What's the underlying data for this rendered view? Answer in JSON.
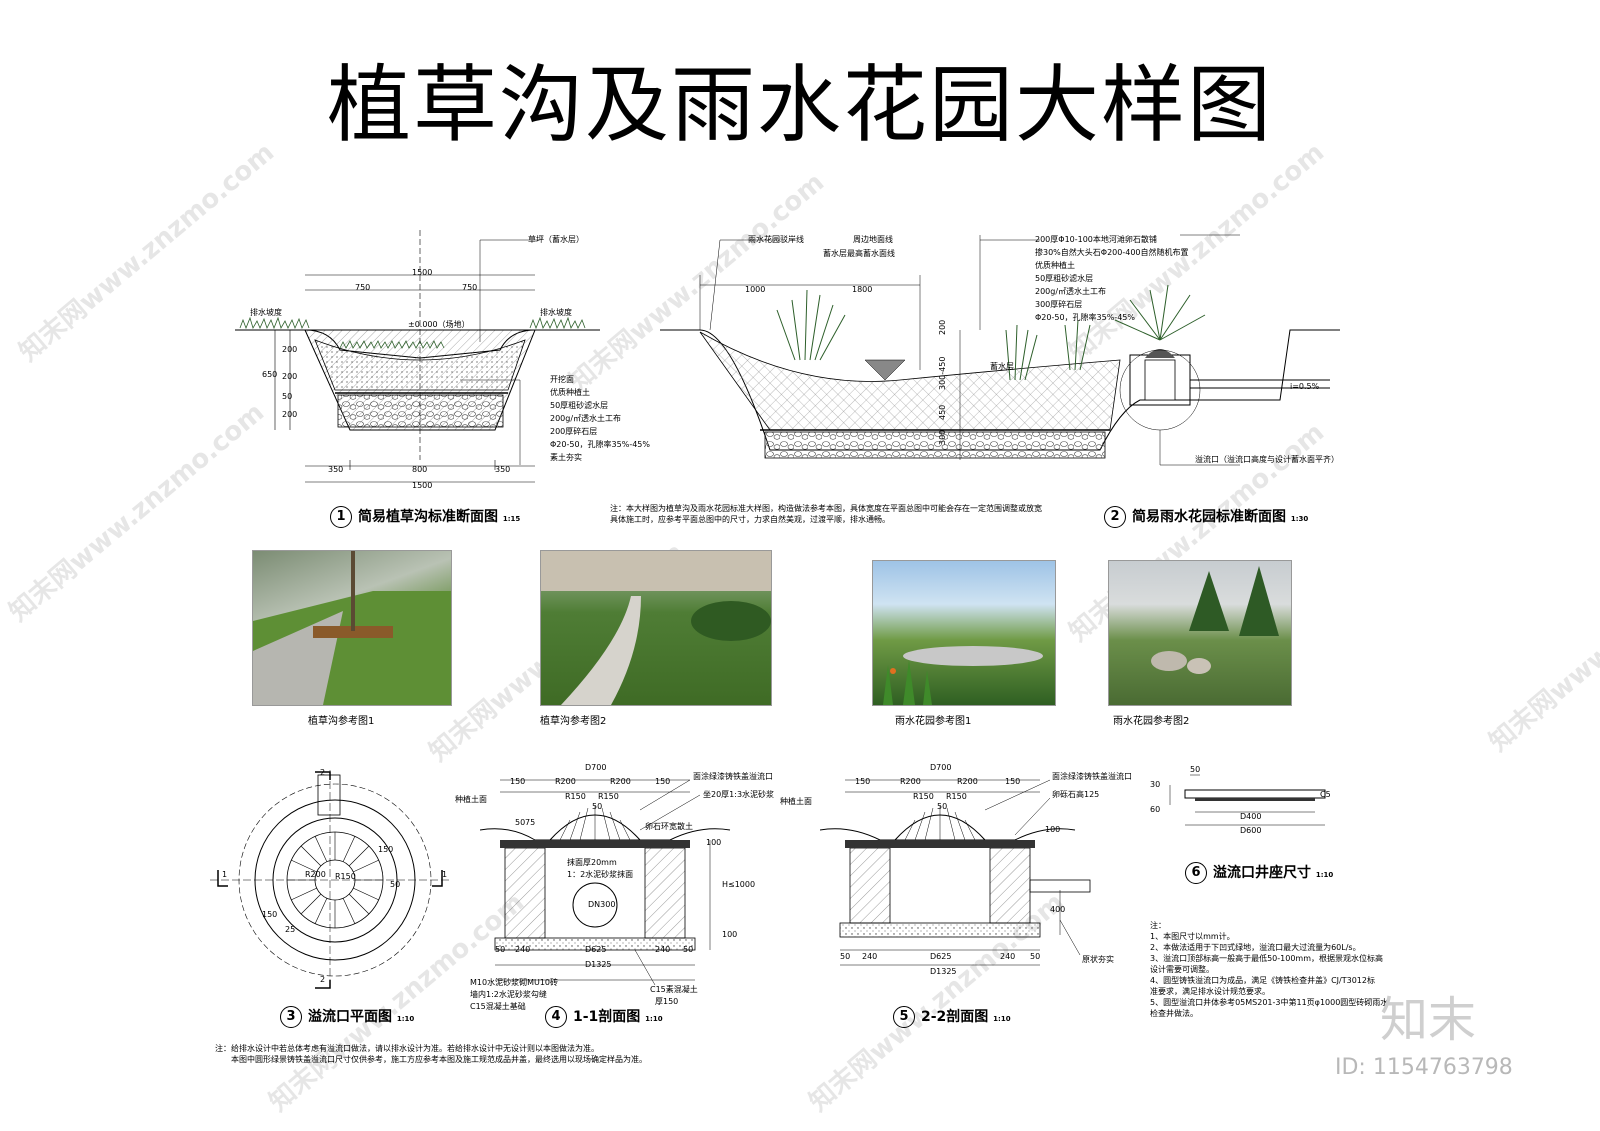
{
  "title": "植草沟及雨水花园大样图",
  "section1": {
    "num": "1",
    "caption": "简易植草沟标准断面图",
    "scale": "1:15",
    "labels": {
      "grass": "草坪（蓄水层）",
      "drain_left": "排水坡度",
      "drain_right": "排水坡度",
      "elev": "±0.000（场地）",
      "layers": [
        "开挖面",
        "优质种植土",
        "50厚粗砂滤水层",
        "200g/㎡透水土工布",
        "200厚碎石层",
        "Φ20-50，孔隙率35%-45%",
        "素土夯实"
      ],
      "dim_top": "1500",
      "dim_750a": "750",
      "dim_750b": "750",
      "dim_350a": "350",
      "dim_800": "800",
      "dim_350b": "350",
      "dim_bottom": "1500",
      "dim_v": [
        "200",
        "200",
        "50",
        "200"
      ],
      "dim_total": "650"
    }
  },
  "section2": {
    "num": "2",
    "caption": "简易雨水花园标准断面图",
    "scale": "1:30",
    "labels": {
      "a": "雨水花园驳岸线",
      "b": "周边地面线",
      "c": "蓄水层最高蓄水面线",
      "right": [
        "200厚Φ10-100本地河滩卵石散铺",
        "掺30%自然大头石Φ200-400自然随机布置",
        "优质种植土",
        "50厚粗砂滤水层",
        "200g/㎡透水土工布",
        "300厚碎石层",
        "Φ20-50，孔隙率35%-45%"
      ],
      "store": "蓄水层",
      "dim_1000": "1000",
      "dim_1800": "1800",
      "dim_v": [
        "200",
        "300-450",
        "450",
        "300"
      ],
      "slope": "i=0.5%",
      "overflow": "溢流口（溢流口高度与设计蓄水面平齐）"
    }
  },
  "note_top": [
    "注：本大样图为植草沟及雨水花园标准大样图，构造做法参考本图，具体宽度在平面总图中可能会存在一定范围调整或放宽",
    "具体施工时，应参考平面总图中的尺寸，力求自然美观，过渡平顺，排水通畅。"
  ],
  "photos": [
    {
      "caption": "植草沟参考图1"
    },
    {
      "caption": "植草沟参考图2"
    },
    {
      "caption": "雨水花园参考图1"
    },
    {
      "caption": "雨水花园参考图2"
    }
  ],
  "section3": {
    "num": "3",
    "caption": "溢流口平面图",
    "scale": "1:10",
    "labels": {
      "cut": "1",
      "cut2": "2",
      "r200": "R200",
      "r150": "R150",
      "d150": "150",
      "d50": "50",
      "d25": "25"
    }
  },
  "section4": {
    "num": "4",
    "caption": "1-1剖面图",
    "scale": "1:10",
    "labels": {
      "top": "D700",
      "dims": [
        "150",
        "R200",
        "R200",
        "150"
      ],
      "r150a": "R150",
      "r150b": "R150",
      "d50": "50",
      "soil": "种植土面",
      "grate": "面涂绿漆铸铁盖溢流口",
      "mortar": "坐20厚1:3水泥砂浆",
      "edge": "卵石环宽散土",
      "plaster": "抹面厚20mm",
      "plaster2": "1：2水泥砂浆抹面",
      "pipe": "DN300",
      "d100": "100",
      "h": "H≤1000",
      "d100b": "100",
      "bottom": [
        "50",
        "240",
        "D625",
        "240",
        "50"
      ],
      "total": "D1325",
      "wall1": "M10水泥砂浆砌MU10砖",
      "wall2": "墙内1:2水泥砂浆勾缝",
      "base": "C15混凝土基础",
      "c15": "C15素混凝土",
      "c15h": "厚150",
      "d50b": "50",
      "d75": "75"
    }
  },
  "section5": {
    "num": "5",
    "caption": "2-2剖面图",
    "scale": "1:10",
    "labels": {
      "top": "D700",
      "dims": [
        "150",
        "R200",
        "R200",
        "150"
      ],
      "r150a": "R150",
      "r150b": "R150",
      "d50": "50",
      "soil": "种植土面",
      "grate": "面涂绿漆铸铁盖溢流口",
      "cobble": "卵砾石高125",
      "d100": "100",
      "pipe": "400",
      "bottom": [
        "50",
        "240",
        "D625",
        "240",
        "50"
      ],
      "total": "D1325",
      "base": "原状夯实"
    }
  },
  "section6": {
    "num": "6",
    "caption": "溢流口井座尺寸",
    "scale": "1:10",
    "labels": {
      "d50": "50",
      "d30": "30",
      "d60": "60",
      "d400": "D400",
      "d600": "D600",
      "c1": "C5"
    }
  },
  "notes_right": [
    "注：",
    "1、本图尺寸以mm计。",
    "2、本做法适用于下凹式绿地，溢流口最大过流量为60L/s。",
    "3、溢流口顶部标高一般高于最低50-100mm，根据景观水位标高",
    "   设计需要可调整。",
    "4、圆型铸铁溢流口为成品，满足《铸铁检查井盖》CJ/T3012标",
    "   准要求，满足排水设计规范要求。",
    "5、圆型溢流口井体参考05MS201-3中第11页φ1000圆型砖砌雨水",
    "   检查井做法。"
  ],
  "notes_bottom": [
    "注：给排水设计中若总体考虑有溢流口做法，请以排水设计为准。若给排水设计中无设计则以本图做法为准。",
    "本图中圆形绿景铸铁盖溢流口尺寸仅供参考，施工方应参考本图及施工规范成品井盖，最终选用以现场确定样品为准。"
  ],
  "watermark": "知末网www.znzmo.com",
  "brand": "知末",
  "id_text": "ID: 1154763798",
  "colors": {
    "line": "#000000",
    "grass": "#2d5f2a",
    "gravel": "#777777",
    "soil": "#cccccc"
  }
}
